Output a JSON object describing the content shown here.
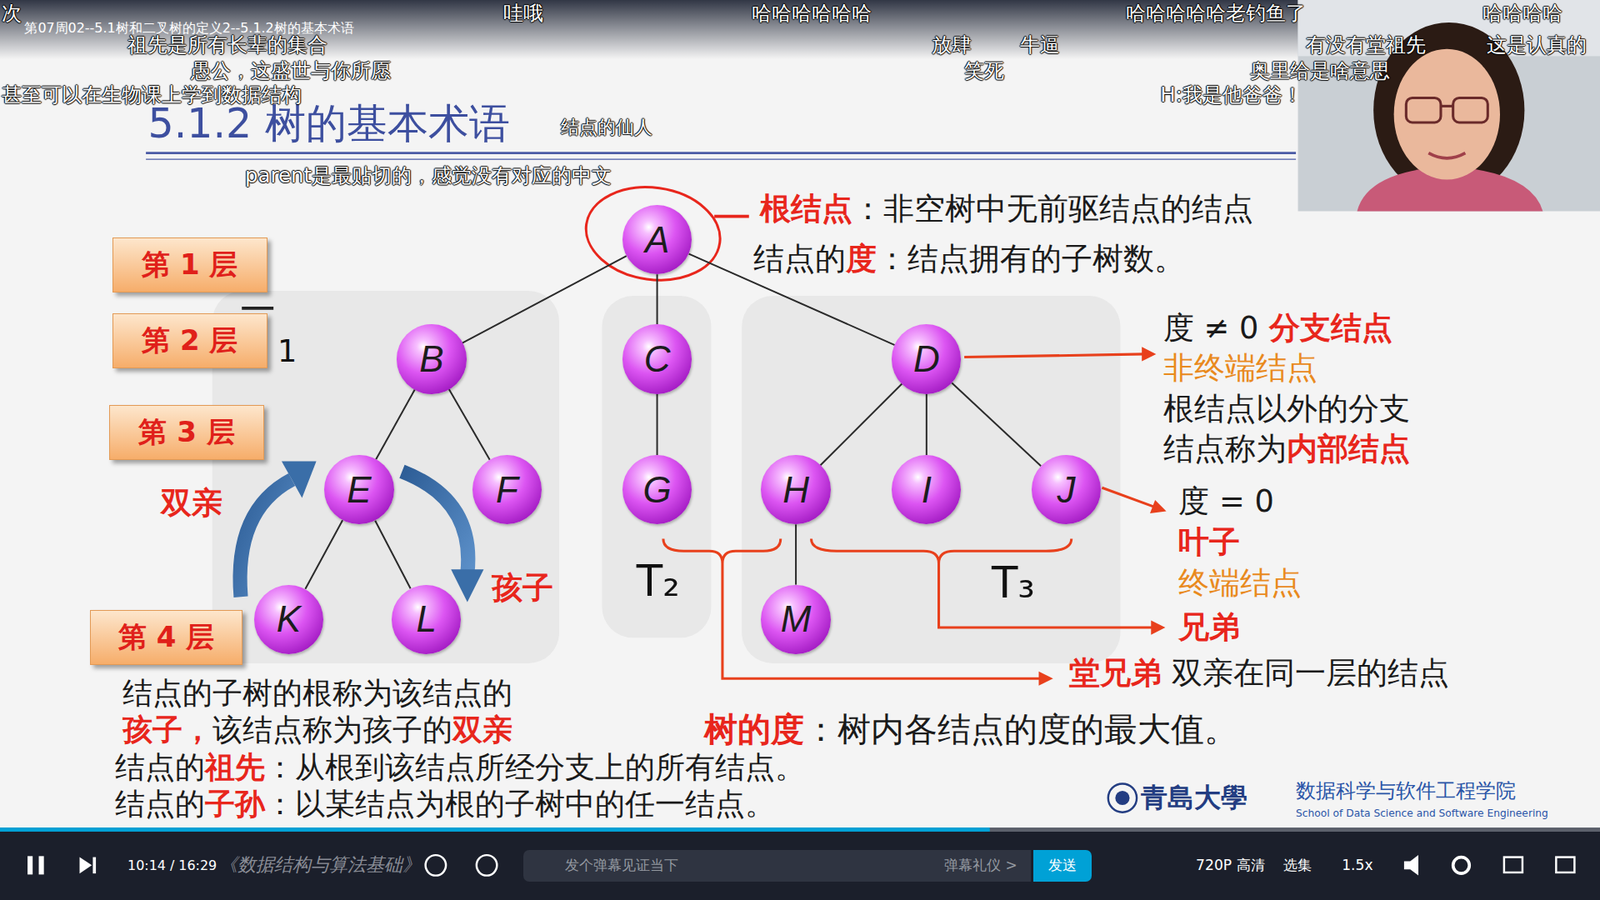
{
  "diagram": {
    "title": "5.1.2 树的基本术语",
    "nodes": [
      {
        "text": [
          "第 1 层"
        ]
      },
      {
        "text": [
          "A"
        ]
      },
      {
        "text": [
          "第 2 层"
        ]
      },
      {
        "text": [
          "1"
        ]
      },
      {
        "text": [
          "B"
        ],
        "in": 3
      },
      {
        "text": [
          "T₂"
        ]
      },
      {
        "text": [
          "C"
        ],
        "in": 5
      },
      {
        "text": [
          "T₃"
        ]
      },
      {
        "text": [
          "D"
        ],
        "in": 7
      },
      {
        "text": [
          "第 3 层"
        ]
      },
      {
        "text": [
          "E"
        ],
        "in": 3
      },
      {
        "text": [
          "F"
        ],
        "in": 3
      },
      {
        "text": [
          "G"
        ],
        "in": 5
      },
      {
        "text": [
          "H"
        ],
        "in": 7
      },
      {
        "text": [
          "I"
        ],
        "in": 7
      },
      {
        "text": [
          "J"
        ],
        "in": 7
      },
      {
        "text": [
          "第 4 层"
        ]
      },
      {
        "text": [
          "K"
        ],
        "in": 3
      },
      {
        "text": [
          "L"
        ],
        "in": 3
      },
      {
        "text": [
          "M"
        ],
        "in": 7
      },
      {
        "text": [
          "发个弹幕见证当下",
          "弹幕礼仪 >"
        ]
      },
      {
        "text": [
          "发送"
        ]
      }
    ],
    "edges": [
      {
        "from": 1,
        "to": 4,
        "arrow": "none"
      },
      {
        "from": 1,
        "to": 6,
        "arrow": "none"
      },
      {
        "from": 1,
        "to": 8,
        "arrow": "none"
      },
      {
        "from": 4,
        "to": 10,
        "arrow": "none"
      },
      {
        "from": 4,
        "to": 11,
        "arrow": "none"
      },
      {
        "from": 10,
        "to": 17,
        "arrow": "none"
      },
      {
        "from": 10,
        "to": 18,
        "arrow": "none"
      },
      {
        "from": 6,
        "to": 12,
        "arrow": "none"
      },
      {
        "from": 8,
        "to": 13,
        "arrow": "none"
      },
      {
        "from": 8,
        "to": 14,
        "arrow": "none"
      },
      {
        "from": 8,
        "to": 15,
        "arrow": "none"
      },
      {
        "from": 13,
        "to": 19,
        "arrow": "none"
      }
    ],
    "labels": [
      "第07周02--5.1树和二叉树的定义2--5.1.2树的基本术语",
      "次",
      "哇哦",
      "哈哈哈哈哈哈",
      "哈哈哈哈哈老钓鱼了",
      "哈哈哈哈",
      "祖先是所有长辈的集合",
      "放肆",
      "牛逼",
      "有没有堂祖先",
      "这是认真的",
      "愚公，这盛世与你所愿",
      "笑死",
      "奥里给是啥意思",
      "甚至可以在生物课上学到数据结构",
      "H:我是他爸爸！",
      "结点的仙人",
      "parent是最贴切的，感觉没有对应的中文",
      "根结点",
      "：非空树中无前驱结点的结点",
      "结点的",
      "度",
      "：结点拥有的子树数。",
      "度 ≠ 0",
      "分支结点",
      "非终端结点",
      "根结点以外的分支结点称为",
      "内部结点",
      "度 = 0",
      "叶子",
      "终端结点",
      "兄弟",
      "堂兄弟",
      "双亲在同一层的结点",
      "树的度",
      "：树内各结点的度的最大值。",
      "双亲",
      "孩子",
      "结点的子树的根称为该结点的",
      "孩子，",
      "该结点称为孩子的",
      "双亲",
      "结点的",
      "祖先",
      "：从根到该结点所经分支上的所有结点。",
      "结点的",
      "子孙",
      "：以某结点为根的子树中的任一结点。",
      "10:14 / 16:29",
      "《数据结构与算法基础》",
      "720P 高清",
      "选集",
      "1.5x",
      "青島大學",
      "数据科学与软件工程学院",
      "School of Data Science and Software Engineering"
    ]
  }
}
